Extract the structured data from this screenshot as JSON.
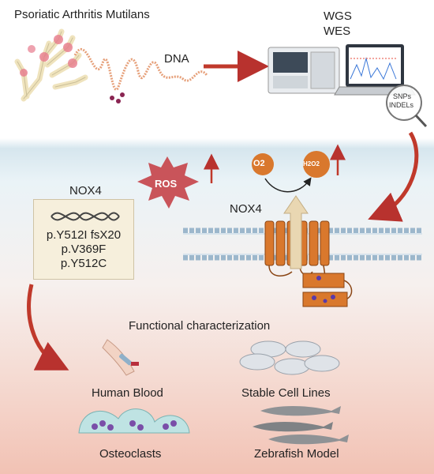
{
  "header": {
    "title": "Psoriatic Arthritis Mutilans"
  },
  "dna_label": "DNA",
  "sequencing": {
    "wgs": "WGS",
    "wes": "WES",
    "magnifier_line1": "SNPs",
    "magnifier_line2": "INDELs"
  },
  "nox4_panel": {
    "title": "NOX4",
    "mutations": [
      "p.Y512I fsX20",
      "p.V369F",
      "p.Y512C"
    ]
  },
  "ros": {
    "label": "ROS"
  },
  "reaction": {
    "substrate": "O2",
    "product": "H2O2"
  },
  "membrane": {
    "protein_label": "NOX4"
  },
  "functional": {
    "heading": "Functional characterization",
    "models": [
      "Human Blood",
      "Stable Cell Lines",
      "Osteoclasts",
      "Zebrafish Model"
    ]
  },
  "colors": {
    "arrow_red": "#c0392b",
    "protein_orange": "#d9782d",
    "ros_red": "#c9545a",
    "beige_arrow": "#e9d7b2",
    "membrane_blue": "#9cb7cc"
  }
}
